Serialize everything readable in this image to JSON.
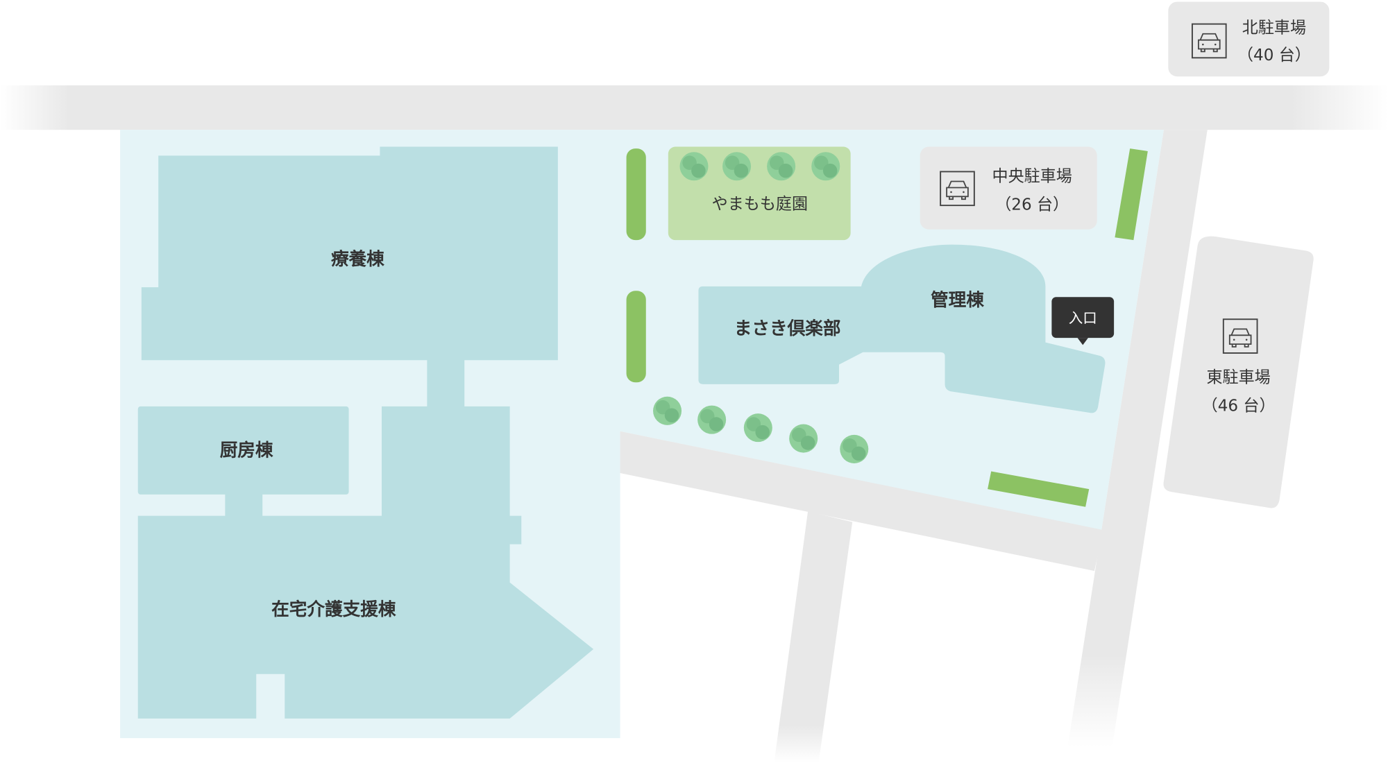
{
  "map": {
    "buildings": {
      "ryoyo": "療養棟",
      "chubo": "厨房棟",
      "zaitaku": "在宅介護支援棟",
      "masaki": "まさき倶楽部",
      "kanri": "管理棟"
    },
    "garden": "やまもも庭園",
    "entrance": "入口",
    "parking": {
      "north": {
        "name": "北駐車場",
        "capacity": "（40 台）",
        "icon": "car-icon"
      },
      "central": {
        "name": "中央駐車場",
        "capacity": "（26 台）",
        "icon": "car-icon"
      },
      "east": {
        "name": "東駐車場",
        "capacity": "（46 台）",
        "icon": "car-icon"
      }
    },
    "colors": {
      "site": "#e5f4f7",
      "building": "#badfe2",
      "road": "#e8e8e8",
      "garden": "#c2dfab",
      "parking": "#e8e8e8",
      "tree": "#7fc48f",
      "hedge": "#8cc263",
      "entrance": "#333333"
    }
  }
}
